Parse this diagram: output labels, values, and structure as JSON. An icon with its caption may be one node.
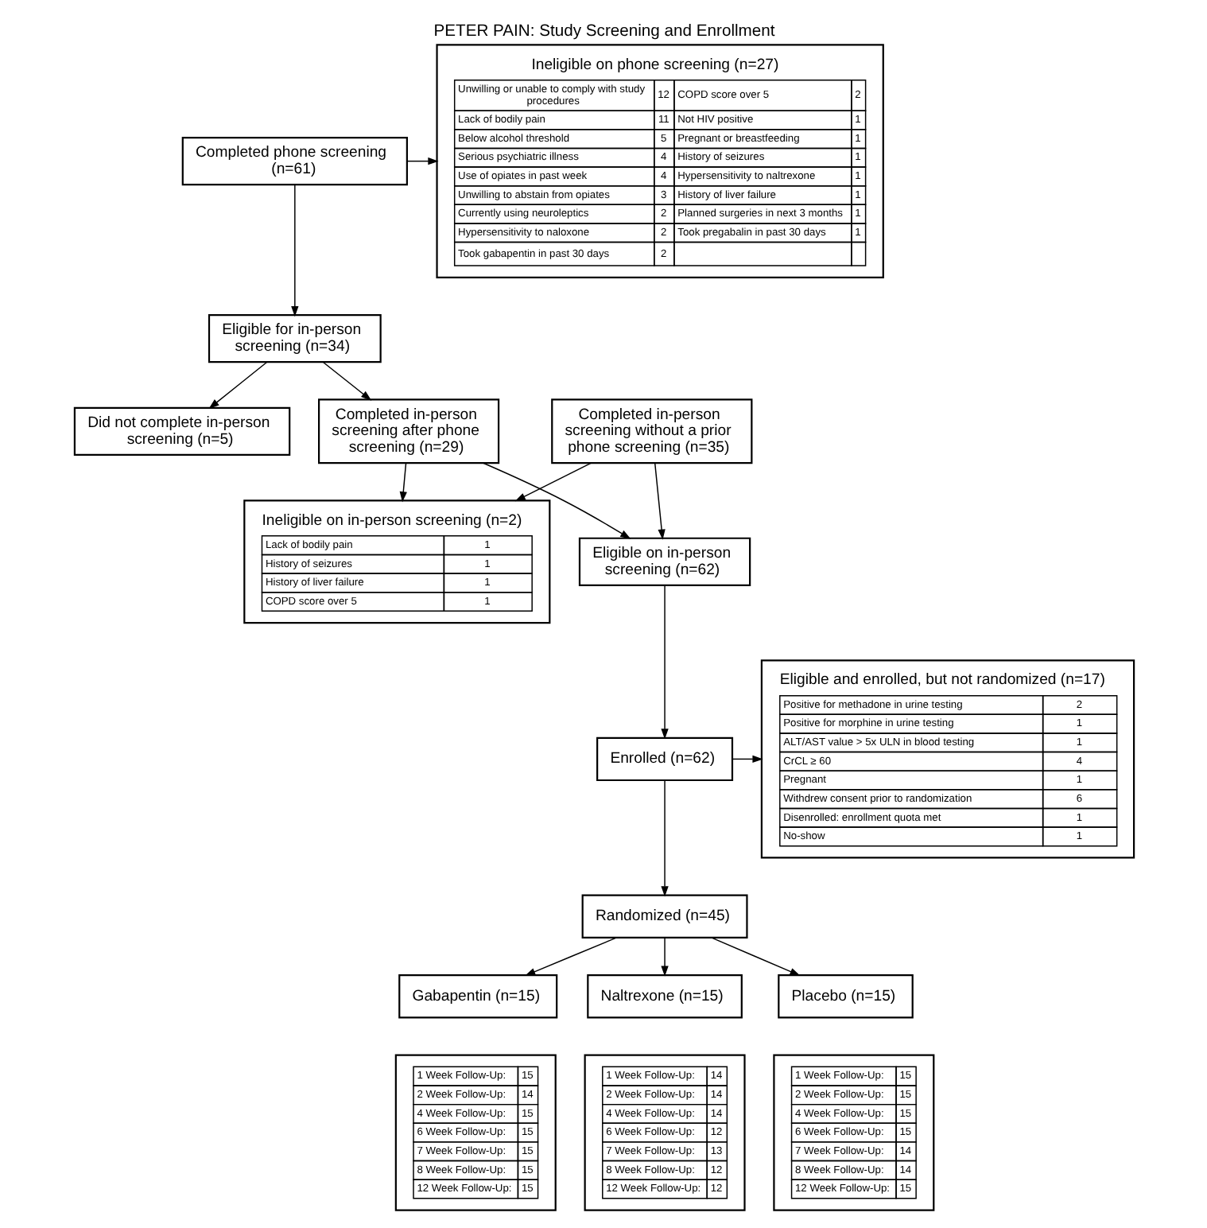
{
  "diagram": {
    "title": "PETER PAIN: Study Screening and Enrollment",
    "nodes": [
      {
        "text": [
          "Completed phone screening (n=61)"
        ]
      },
      {
        "text": [
          "Ineligible on phone screening (n=27)",
          "Unwilling or unable to comply with study procedures",
          "12",
          "COPD score over 5",
          "2",
          "Lack of bodily pain",
          "11",
          "Not HIV positive",
          "1",
          "Below alcohol threshold",
          "5",
          "Pregnant or breastfeeding",
          "1",
          "Serious psychiatric illness",
          "4",
          "History of seizures",
          "1",
          "Use of opiates in past week",
          "4",
          "Hypersensitivity to naltrexone",
          "1",
          "Unwilling to abstain from opiates",
          "3",
          "History of liver failure",
          "1",
          "Currently using neuroleptics",
          "2",
          "Planned surgeries in next 3 months",
          "1",
          "Hypersensitivity to naloxone",
          "2",
          "Took pregabalin in past 30 days",
          "1",
          "Took gabapentin in past 30 days",
          "2"
        ]
      },
      {
        "text": [
          "Eligible for in-person screening (n=34)"
        ]
      },
      {
        "text": [
          "Did not complete in-person screening (n=5)"
        ]
      },
      {
        "text": [
          "Completed in-person screening after phone screening (n=29)"
        ]
      },
      {
        "text": [
          "Completed in-person screening without a prior phone screening (n=35)"
        ]
      },
      {
        "text": [
          "Ineligible on in-person screening (n=2)",
          "Lack of bodily pain",
          "1",
          "History of seizures",
          "1",
          "History of liver failure",
          "1",
          "COPD score over 5",
          "1"
        ]
      },
      {
        "text": [
          "Eligible on in-person screening (n=62)"
        ]
      },
      {
        "text": [
          "Enrolled (n=62)"
        ]
      },
      {
        "text": [
          "Eligible and enrolled, but not randomized (n=17)",
          "Positive for methadone in urine testing",
          "2",
          "Positive for morphine in urine testing",
          "1",
          "ALT/AST value > 5x ULN in blood testing",
          "1",
          "CrCL ≥ 60",
          "4",
          "Pregnant",
          "1",
          "Withdrew consent prior to randomization",
          "6",
          "Disenrolled: enrollment quota met",
          "1",
          "No-show",
          "1"
        ]
      },
      {
        "text": [
          "Randomized (n=45)"
        ]
      },
      {
        "text": [
          "Gabapentin (n=15)"
        ]
      },
      {
        "text": [
          "Naltrexone (n=15)"
        ]
      },
      {
        "text": [
          "Placebo (n=15)"
        ]
      },
      {
        "text": [
          "1 Week Follow-Up:",
          "15",
          "2 Week Follow-Up:",
          "14",
          "4 Week Follow-Up:",
          "15",
          "6 Week Follow-Up:",
          "15",
          "7 Week Follow-Up:",
          "15",
          "8 Week Follow-Up:",
          "15",
          "12 Week Follow-Up:",
          "15"
        ]
      },
      {
        "text": [
          "1 Week Follow-Up:",
          "14",
          "2 Week Follow-Up:",
          "14",
          "4 Week Follow-Up:",
          "14",
          "6 Week Follow-Up:",
          "12",
          "7 Week Follow-Up:",
          "13",
          "8 Week Follow-Up:",
          "12",
          "12 Week Follow-Up:",
          "12"
        ]
      },
      {
        "text": [
          "1 Week Follow-Up:",
          "15",
          "2 Week Follow-Up:",
          "15",
          "4 Week Follow-Up:",
          "15",
          "6 Week Follow-Up:",
          "15",
          "7 Week Follow-Up:",
          "14",
          "8 Week Follow-Up:",
          "14",
          "12 Week Follow-Up:",
          "15"
        ]
      }
    ],
    "edges": [
      {
        "from": 0,
        "to": 2,
        "arrow": "to"
      },
      {
        "from": 0,
        "to": 1,
        "arrow": "to"
      },
      {
        "from": 2,
        "to": 3,
        "arrow": "to"
      },
      {
        "from": 2,
        "to": 4,
        "arrow": "to"
      },
      {
        "from": 4,
        "to": 6,
        "arrow": "to"
      },
      {
        "from": 5,
        "to": 6,
        "arrow": "to"
      },
      {
        "from": 4,
        "to": 7,
        "arrow": "to"
      },
      {
        "from": 5,
        "to": 7,
        "arrow": "to"
      },
      {
        "from": 7,
        "to": 8,
        "arrow": "to"
      },
      {
        "from": 8,
        "to": 9,
        "arrow": "to"
      },
      {
        "from": 8,
        "to": 10,
        "arrow": "to"
      },
      {
        "from": 10,
        "to": 11,
        "arrow": "to"
      },
      {
        "from": 10,
        "to": 12,
        "arrow": "to"
      },
      {
        "from": 10,
        "to": 13,
        "arrow": "to"
      }
    ]
  }
}
